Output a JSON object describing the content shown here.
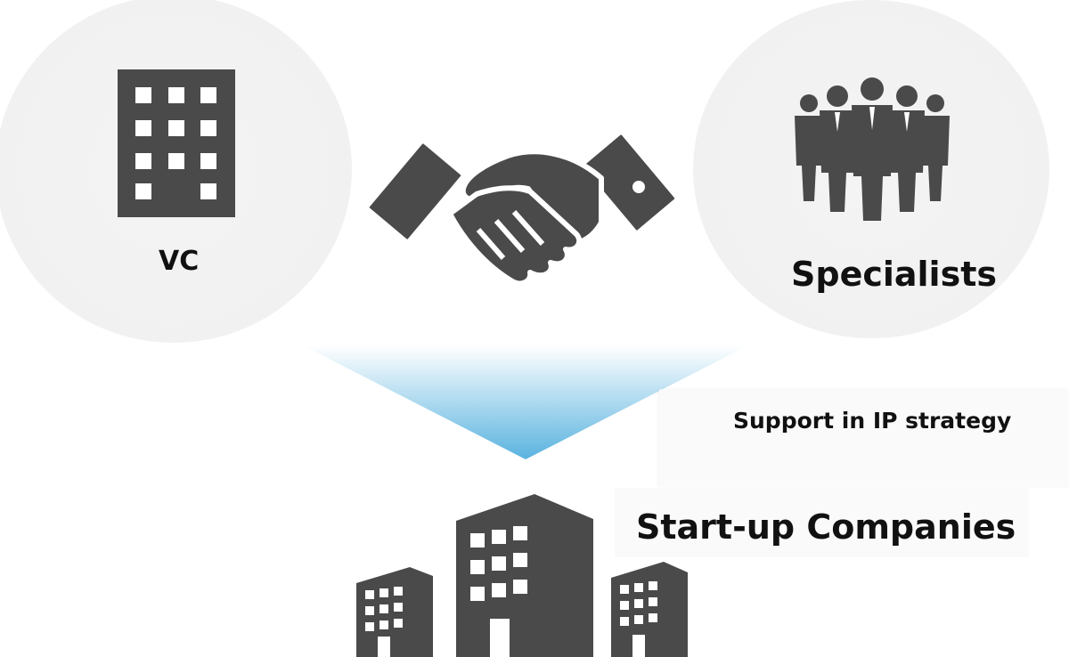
{
  "nodes": {
    "vc": {
      "label": "VC",
      "icon": "office-building-icon"
    },
    "specialists": {
      "label": "Specialists",
      "icon": "group-of-people-icon"
    },
    "partnership": {
      "icon": "handshake-icon"
    },
    "support": {
      "label": "Support in IP strategy",
      "icon": "down-funnel-arrow"
    },
    "startups": {
      "label": "Start-up Companies",
      "icon": "buildings-icon"
    }
  },
  "colors": {
    "icon": "#4a4a4a",
    "circle": "#f1f1f1",
    "funnel_top": "#ffffff",
    "funnel_bottom": "#5ab3df",
    "text": "#111111"
  }
}
